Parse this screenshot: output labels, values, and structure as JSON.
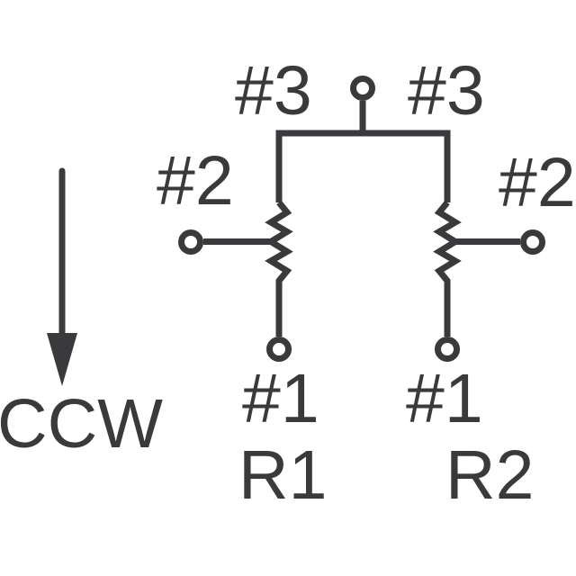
{
  "diagram": {
    "direction_label": "CCW",
    "labels": {
      "terminal3_left": "#3",
      "terminal3_right": "#3",
      "terminal2_left": "#2",
      "terminal2_right": "#2",
      "terminal1_left": "#1",
      "terminal1_right": "#1",
      "resistor_left": "R1",
      "resistor_right": "R2"
    },
    "colors": {
      "ink": "#3a3a3c",
      "background": "#ffffff"
    }
  }
}
